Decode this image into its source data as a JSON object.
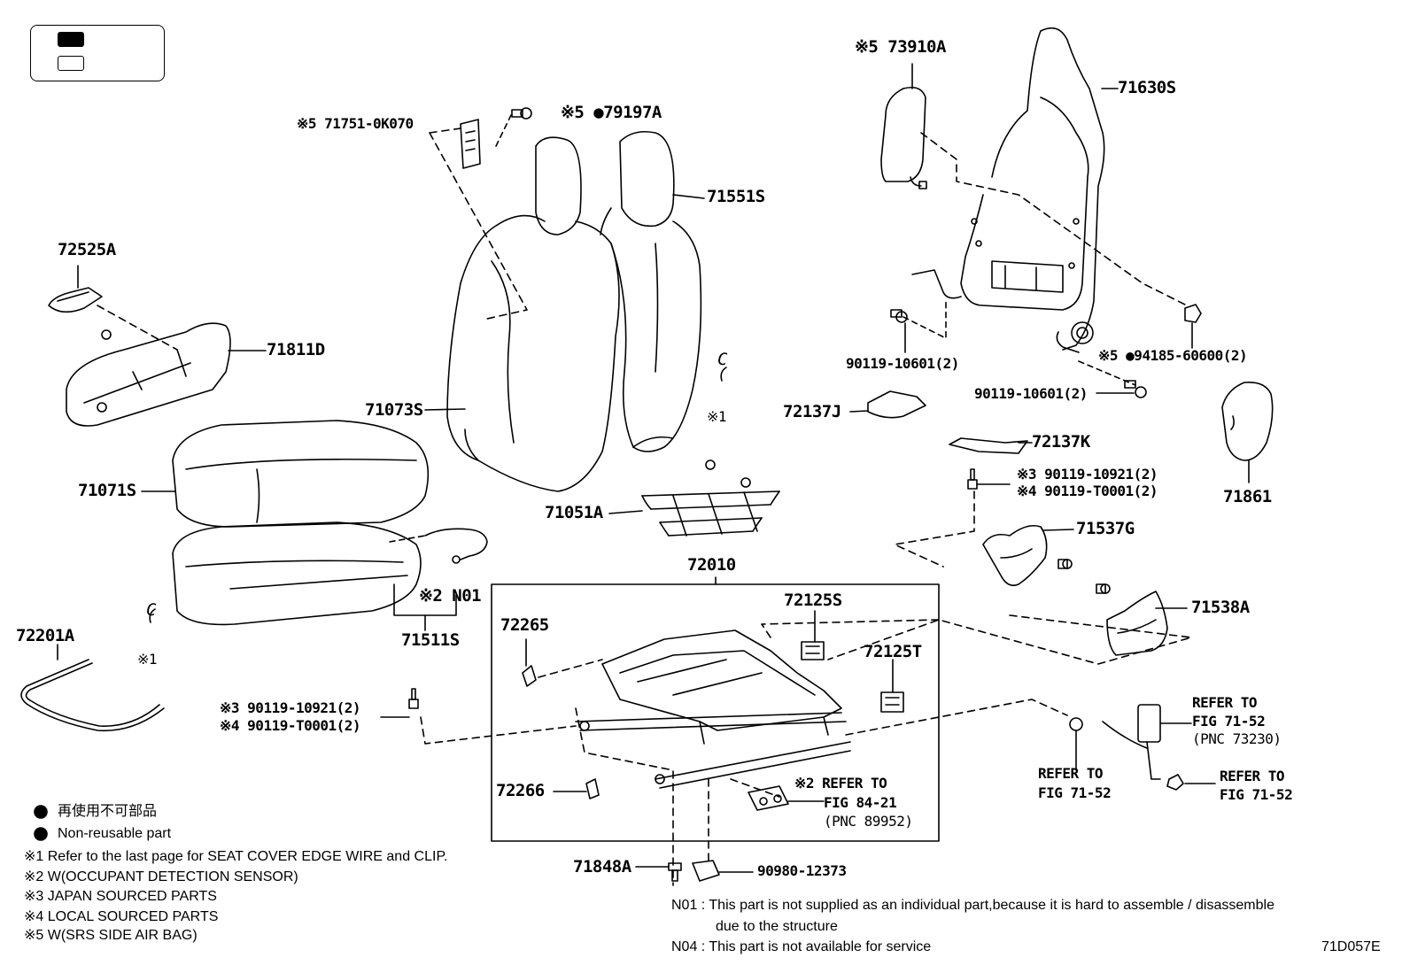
{
  "callouts": {
    "p73910A": "※5 73910A",
    "p71630S": "71630S",
    "p71751": "※5 71751-0K070",
    "p79197A": "※5 ●79197A",
    "p71551S": "71551S",
    "p72525A": "72525A",
    "p71811D": "71811D",
    "p71073S": "71073S",
    "p71071S": "71071S",
    "p71051A": "71051A",
    "p90119_10601a": "90119-10601(2)",
    "p94185": "※5 ●94185-60600(2)",
    "p90119_10601b": "90119-10601(2)",
    "p72137J": "72137J",
    "p72137K": "72137K",
    "p71861": "71861",
    "p90119_10921_r": "※3 90119-10921(2)",
    "p90119_T0001_r": "※4 90119-T0001(2)",
    "p71537G": "71537G",
    "p71538A": "71538A",
    "pN01": "※2 N01",
    "p71511S": "71511S",
    "p72010": "72010",
    "p72125S": "72125S",
    "p72125T": "72125T",
    "p72265": "72265",
    "p72266": "72266",
    "p72201A": "72201A",
    "pC1": "C",
    "pC1mark": "※1",
    "pC2": "C",
    "pC2mark": "※1",
    "p90119_10921_l": "※3 90119-10921(2)",
    "p90119_T0001_l": "※4 90119-T0001(2)",
    "p71848A": "71848A",
    "p90980": "90980-12373",
    "ref1_a": "※2 REFER TO",
    "ref1_b": "FIG 84-21",
    "ref1_c": "(PNC 89952)",
    "ref2_a": "REFER TO",
    "ref2_b": "FIG 71-52",
    "ref2_c": "(PNC 73230)",
    "ref3_a": "REFER TO",
    "ref3_b": "FIG 71-52",
    "ref4_a": "REFER TO",
    "ref4_b": "FIG 71-52"
  },
  "legend_notes": {
    "nonreusable_jp": "再使用不可部品",
    "nonreusable_en": "Non-reusable part",
    "n1": "※1  Refer to the last page for SEAT COVER EDGE WIRE and CLIP.",
    "n2": "※2  W(OCCUPANT DETECTION SENSOR)",
    "n3": "※3  JAPAN SOURCED PARTS",
    "n4": "※4  LOCAL SOURCED PARTS",
    "n5": "※5  W(SRS SIDE AIR BAG)"
  },
  "footnotes": {
    "n01_a": "N01 : This part is not supplied as an individual part,because it is hard to assemble / disassemble",
    "n01_b": "due to the structure",
    "n04": "N04 : This part is not available for service"
  },
  "figure_id": "71D057E"
}
